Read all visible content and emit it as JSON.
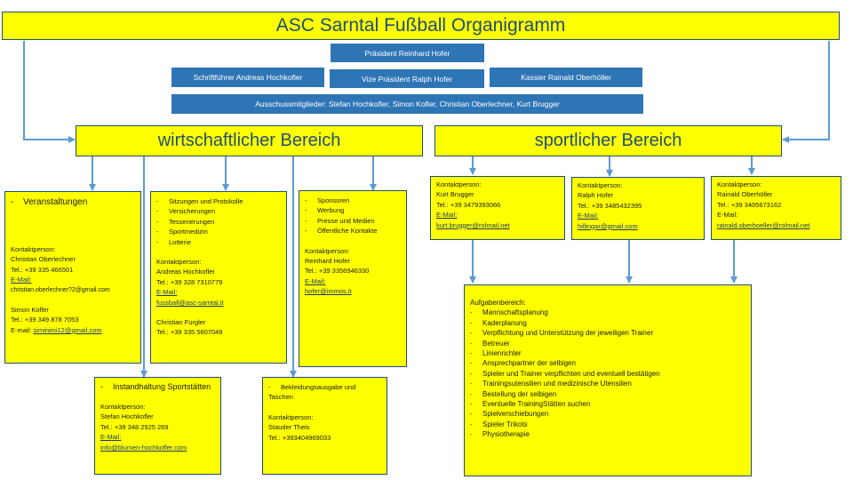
{
  "title": "ASC Sarntal Fußball Organigramm",
  "board": {
    "president": "Präsident Reinhard Hofer",
    "secretary": "Schriftführer Andreas Hochkofler",
    "vice_president": "Vize Präsident Ralph Hofer",
    "treasurer": "Kassier Rainald Oberhöller",
    "committee": "Ausschussmitglieder: Stefan Hochkofler, Simon Kofler, Christian Oberlechner, Kurt Brugger"
  },
  "areas": {
    "economic": "wirtschaftlicher Bereich",
    "sports": "sportlicher Bereich"
  },
  "economic_boxes": {
    "events": {
      "items": [
        "Veranstaltungen"
      ],
      "contact_label": "Kontaktperson:",
      "person1": "Christian Oberlechner",
      "tel1": "Tel.: +39 335 466501",
      "email_label": "E-Mail:",
      "email1": "christian.oberlechner?2@gmail.com",
      "person2": "Simon Kofler",
      "tel2": "Tel.: +39 349 878 7053",
      "email2_prefix": "E-mail: ",
      "email2": "siminimi12@gmail.com"
    },
    "meetings": {
      "items": [
        "Sitzungen und Protokolle",
        "Versicherungen",
        "Tesserierungen",
        "Sportmedizin",
        "Lotterie"
      ],
      "contact_label": "Kontaktperson:",
      "person1": "Andreas Hochkofler",
      "tel1": "Tel.: +39 328 7310779",
      "email_label": "E-Mail:",
      "email1": "fussball@asc-sarntal.it",
      "person2": "Christian Furgler",
      "tel2": "Tel.: +39 335 5607049"
    },
    "sponsors": {
      "items": [
        "Sponsoren",
        "Werbung",
        "Presse und Medien",
        "Öffentliche Kontakte"
      ],
      "contact_label": "Kontaktperson:",
      "person1": "Reinhard Hofer",
      "tel1": "Tel.: +39 3356946330",
      "email_label": "E-Mail:",
      "email1": "hofer@immos.it"
    },
    "facilities": {
      "items": [
        "Instandhaltung Sportstätten"
      ],
      "contact_label": "Kontaktperson:",
      "person1": "Stefan Hochkofler",
      "tel1": "Tel.: +39 348 2925 269",
      "email_label": "E-Mail:",
      "email1": "info@blumen-hochkofler.com"
    },
    "clothing": {
      "items": [
        "Bekleidungsausgabe und Taschen"
      ],
      "contact_label": "Kontaktperson:",
      "person1": "Stauder Theis",
      "tel1": "Tel.: +393404969033"
    }
  },
  "sports_contacts": [
    {
      "contact_label": "Kontaktperson:",
      "name": "Kurt Brugger",
      "tel": "Tel.: +39 3479393066",
      "email_label": "E-Mail:",
      "email": "kurt.brugger@rolmail.net"
    },
    {
      "contact_label": "Kontaktperson:",
      "name": "Ralph Hofer",
      "tel": "Tel.: +39 3485432395",
      "email_label": "E-Mail:",
      "email": "hillingar@gmail.com"
    },
    {
      "contact_label": "Kontaktperson:",
      "name": "Rainald Oberhöller",
      "tel": "Tel.: +39 3405673162",
      "email_label": "E-Mail:",
      "email": "rainald.oberhoeller@rolmail.net"
    }
  ],
  "tasks": {
    "heading": "Aufgabenbereich:",
    "items": [
      "Mannschaftsplanung",
      "Kaderplanung",
      "Verpflichtung und Unterstützung der jeweiligen Trainer",
      "Betreuer",
      "Linienrichter",
      "Ansprechpartner der selbigen",
      "Spieler und Trainer verpflichten und eventuell bestätigen",
      "Trainingsutensilien und medizinische Utensilien",
      "Bestellung der selbigen",
      "Eventuelle TrainingStätten suchen",
      "Spielverschiebungen",
      "Spieler Trikots",
      "Physiotherapie"
    ]
  },
  "colors": {
    "yellow": "#ffff00",
    "blue_box": "#2e75b6",
    "connector": "#5b9bd5",
    "border": "#1f4e79"
  }
}
